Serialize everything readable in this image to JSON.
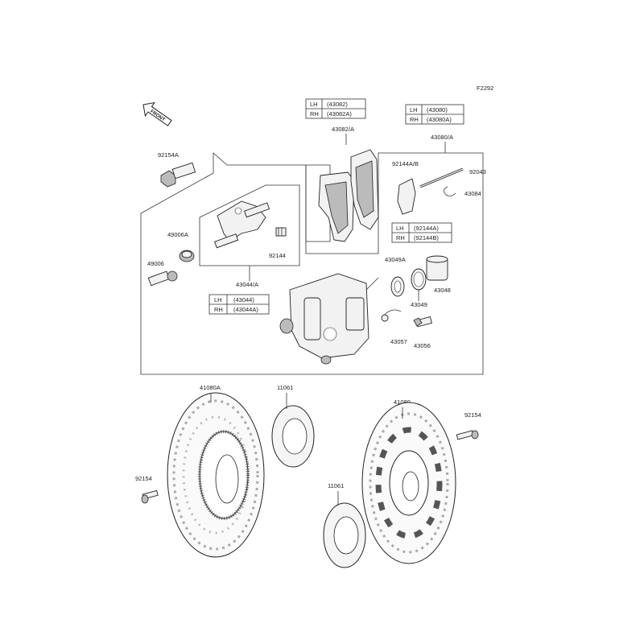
{
  "figure_code": "F2292",
  "front_label": "FRONT",
  "parts": {
    "p92154A": "92154A",
    "p49006A": "49006A",
    "p49006": "49006",
    "p92144": "92144",
    "p43044A": "43044/A",
    "p43082A": "43082/A",
    "p43080A": "43080/A",
    "p92144AB": "92144A/B",
    "p92043": "92043",
    "p43084": "43084",
    "p43049A": "43049A",
    "p43049": "43049",
    "p43048": "43048",
    "p43057": "43057",
    "p43056": "43056",
    "p41080A": "41080A",
    "p11061_top": "11061",
    "p41080": "41080",
    "p92154_right": "92154",
    "p92154_left": "92154",
    "p11061_bottom": "11061"
  },
  "tables": {
    "pads": [
      {
        "side": "LH",
        "code": "(43082)"
      },
      {
        "side": "RH",
        "code": "(43082A)"
      }
    ],
    "pad_kit": [
      {
        "side": "LH",
        "code": "(43080)"
      },
      {
        "side": "RH",
        "code": "(43080A)"
      }
    ],
    "spring": [
      {
        "side": "LH",
        "code": "(92144A)"
      },
      {
        "side": "RH",
        "code": "(92144B)"
      }
    ],
    "caliper": [
      {
        "side": "LH",
        "code": "(43044)"
      },
      {
        "side": "RH",
        "code": "(43044A)"
      }
    ]
  }
}
